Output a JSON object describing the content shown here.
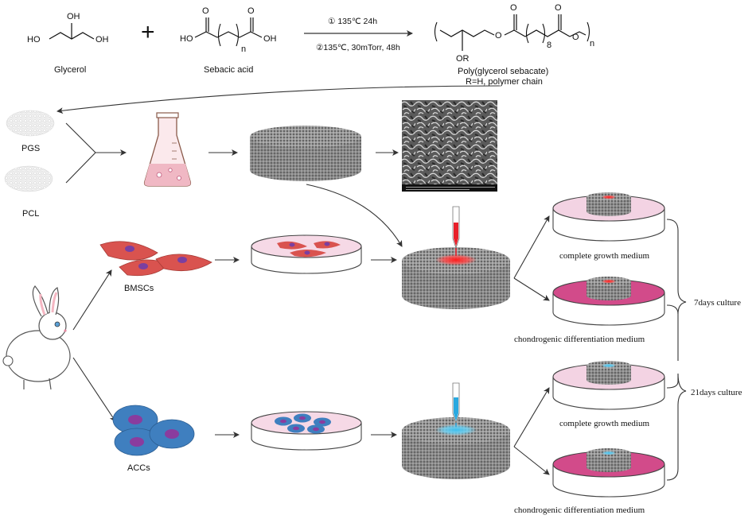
{
  "reaction": {
    "glycerol_oh_top": "OH",
    "glycerol_ho_left": "HO",
    "glycerol_oh_right": "OH",
    "glycerol_label": "Glycerol",
    "plus": "+",
    "sebacic_o1": "O",
    "sebacic_o2": "O",
    "sebacic_ho": "HO",
    "sebacic_oh": "OH",
    "sebacic_n": "n",
    "sebacic_label": "Sebacic acid",
    "condition_1": "① 135℃ 24h",
    "condition_2": "②135℃, 30mTorr, 48h",
    "product_o1": "O",
    "product_o2": "O",
    "product_o_ester1": "O",
    "product_o_ester2": "O",
    "product_8": "8",
    "product_n": "n",
    "product_or": "OR",
    "product_label": "Poly(glycerol sebacate)",
    "product_note": "R=H, polymer chain"
  },
  "materials": {
    "pgs": "PGS",
    "pcl": "PCL"
  },
  "cells": {
    "bmsc": "BMSCs",
    "acc": "ACCs"
  },
  "media": {
    "m1": "complete growth medium",
    "m2": "chondrogenic differentiation medium",
    "m3": "complete growth medium",
    "m4": "chondrogenic differentiation medium"
  },
  "culture": {
    "d7": "7days culture",
    "d21": "21days culture"
  },
  "colors": {
    "bmsc_cell": "#d9534f",
    "bmsc_nucleus": "#7b3fa0",
    "acc_cell": "#3f7fbf",
    "acc_nucleus": "#8a3c9e",
    "red_drop": "#e8202a",
    "blue_drop": "#2aa9e0",
    "growth_medium": "#f3d3e3",
    "chondro_medium": "#d24b8a",
    "scaffold": "#8d8d8d"
  }
}
